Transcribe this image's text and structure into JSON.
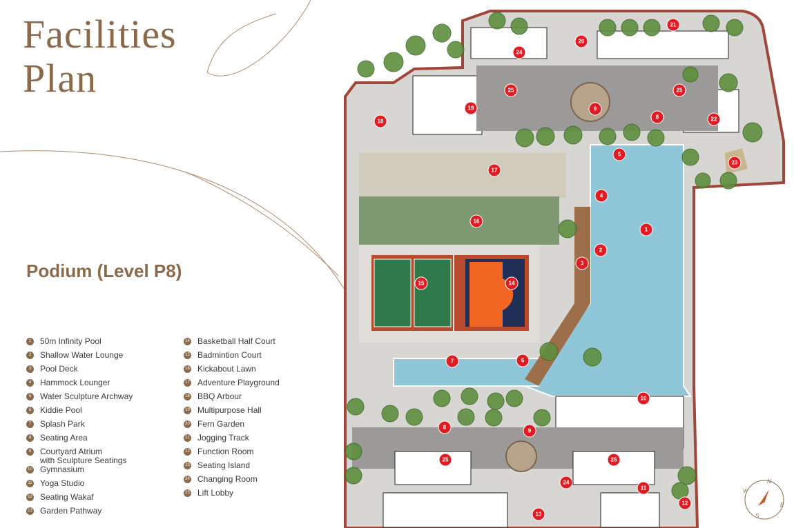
{
  "title": {
    "line1": "Facilities",
    "line2": "Plan"
  },
  "subtitle": "Podium (Level P8)",
  "legend": [
    {
      "num": "1",
      "label": "50m Infinity Pool"
    },
    {
      "num": "2",
      "label": "Shallow Water Lounge"
    },
    {
      "num": "3",
      "label": "Pool Deck"
    },
    {
      "num": "4",
      "label": "Hammock Lounger"
    },
    {
      "num": "5",
      "label": "Water Sculpture Archway"
    },
    {
      "num": "6",
      "label": "Kiddie Pool"
    },
    {
      "num": "7",
      "label": "Splash Park"
    },
    {
      "num": "8",
      "label": "Seating Area"
    },
    {
      "num": "9",
      "label": "Courtyard Atrium\nwith Sculpture Seatings"
    },
    {
      "num": "10",
      "label": "Gymnasium"
    },
    {
      "num": "11",
      "label": "Yoga Studio"
    },
    {
      "num": "12",
      "label": "Seating Wakaf"
    },
    {
      "num": "13",
      "label": "Garden Pathway"
    },
    {
      "num": "14",
      "label": "Basketball Half Court"
    },
    {
      "num": "15",
      "label": "Badmintion Court"
    },
    {
      "num": "16",
      "label": "Kickabout Lawn"
    },
    {
      "num": "17",
      "label": "Adventure Playground"
    },
    {
      "num": "18",
      "label": "BBQ Arbour"
    },
    {
      "num": "19",
      "label": "Multipurpose Hall"
    },
    {
      "num": "20",
      "label": "Fern Garden"
    },
    {
      "num": "21",
      "label": "Jogging Track"
    },
    {
      "num": "22",
      "label": "Function Room"
    },
    {
      "num": "23",
      "label": "Seating Island"
    },
    {
      "num": "24",
      "label": "Changing Room"
    },
    {
      "num": "25",
      "label": "Lift Lobby"
    }
  ],
  "markers": [
    "1",
    "2",
    "3",
    "4",
    "5",
    "6",
    "7",
    "8",
    "8",
    "9",
    "9",
    "10",
    "11",
    "12",
    "13",
    "14",
    "15",
    "16",
    "17",
    "18",
    "19",
    "20",
    "21",
    "22",
    "23",
    "24",
    "24",
    "25",
    "25",
    "25",
    "25"
  ],
  "compass": {
    "n": "N",
    "e": "E",
    "s": "S",
    "w": "W"
  },
  "colors": {
    "brand": "#8a6a4a",
    "marker": "#e11b22",
    "pool": "#8fc6d8",
    "lawn": "#7f9a72",
    "court_green": "#2f7a4a",
    "court_red": "#b84a2e",
    "court_navy": "#1f2f55",
    "court_orange": "#f26522",
    "boundary": "#a0463a"
  }
}
